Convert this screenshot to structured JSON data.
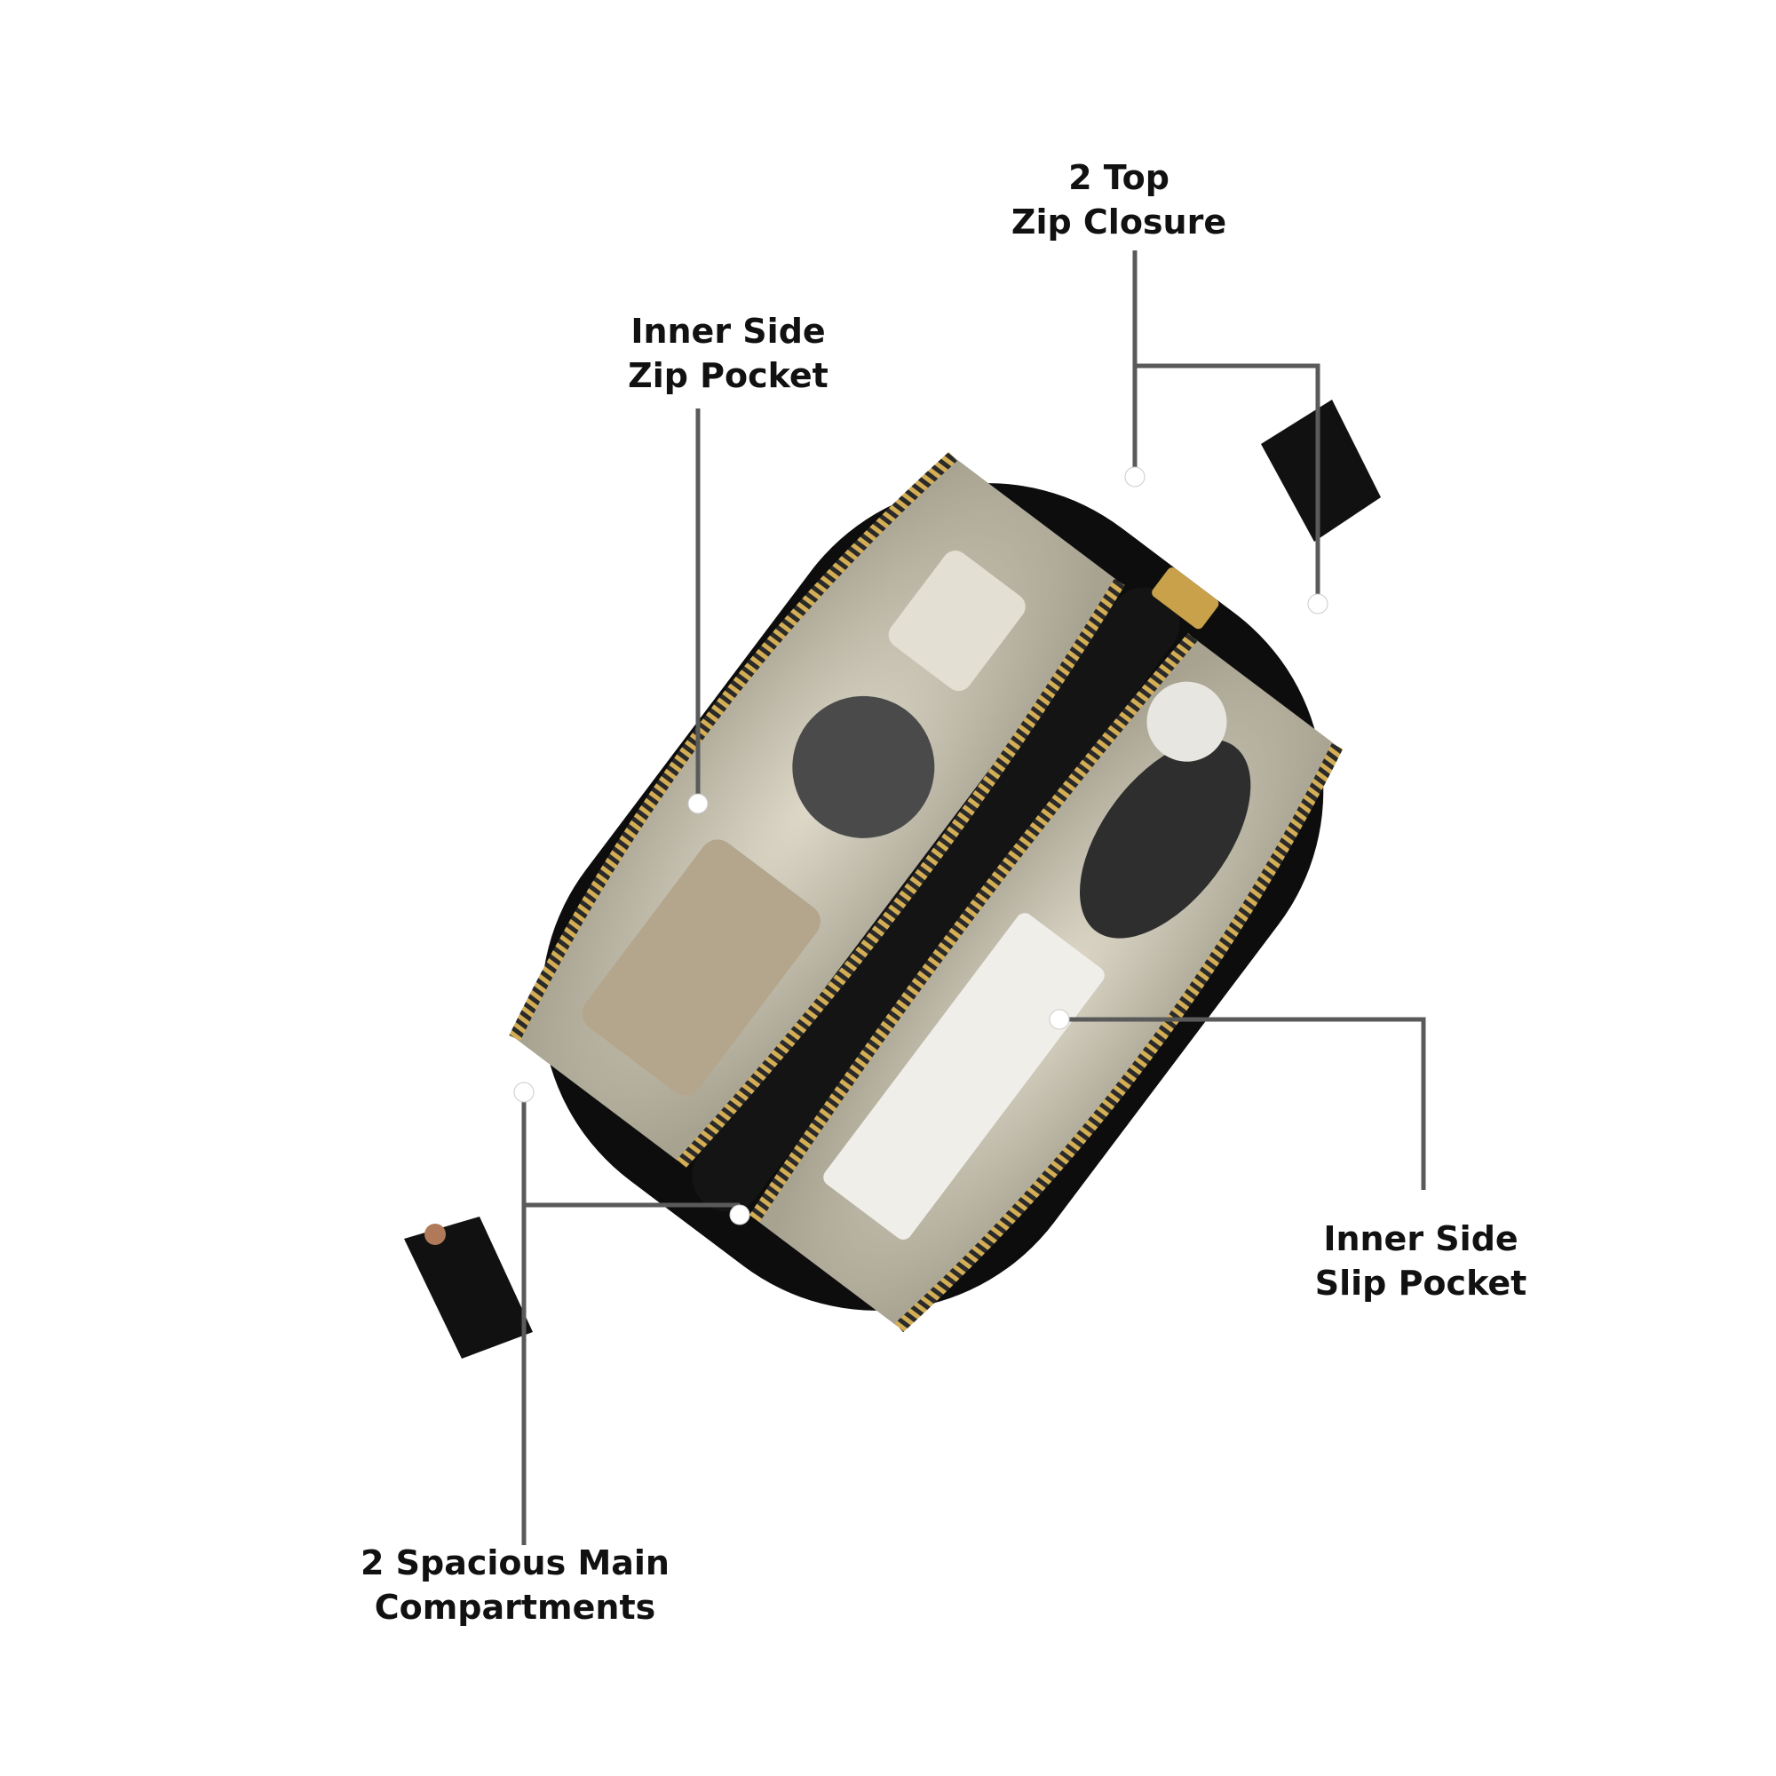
{
  "callouts": {
    "top_zip": {
      "line1": "2 Top",
      "line2": "Zip Closure"
    },
    "inner_zip": {
      "line1": "Inner Side",
      "line2": "Zip Pocket"
    },
    "inner_slip": {
      "line1": "Inner Side",
      "line2": "Slip Pocket"
    },
    "main": {
      "line1": "2 Spacious Main",
      "line2": "Compartments"
    }
  },
  "colors": {
    "leather": "#0d0d0d",
    "zipper": "#c9a14a",
    "lining": "#cfcab8",
    "leader_line": "#5a5a5a"
  }
}
